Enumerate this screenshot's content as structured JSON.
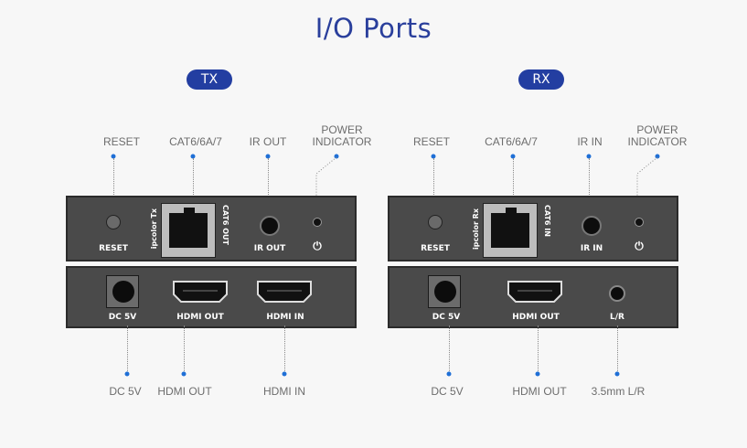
{
  "title": "I/O Ports",
  "tx": {
    "badge": "TX",
    "top_callouts": {
      "reset": "RESET",
      "cat": "CAT6/6A/7",
      "ir": "IR OUT",
      "power_line1": "POWER",
      "power_line2": "INDICATOR"
    },
    "front_panel": {
      "reset": "RESET",
      "ir": "IR OUT",
      "rj45_left": "ipcolor Tx",
      "rj45_right": "CAT6 OUT",
      "power_icon": "power-icon"
    },
    "rear_panel": {
      "dc": "DC 5V",
      "port2": "HDMI OUT",
      "port3": "HDMI IN"
    },
    "bottom_callouts": {
      "dc": "DC 5V",
      "port2": "HDMI OUT",
      "port3": "HDMI IN"
    }
  },
  "rx": {
    "badge": "RX",
    "top_callouts": {
      "reset": "RESET",
      "cat": "CAT6/6A/7",
      "ir": "IR IN",
      "power_line1": "POWER",
      "power_line2": "INDICATOR"
    },
    "front_panel": {
      "reset": "RESET",
      "ir": "IR IN",
      "rj45_left": "ipcolor Rx",
      "rj45_right": "CAT6 IN",
      "power_icon": "power-icon"
    },
    "rear_panel": {
      "dc": "DC 5V",
      "port2": "HDMI OUT",
      "port3": "L/R"
    },
    "bottom_callouts": {
      "dc": "DC 5V",
      "port2": "HDMI OUT",
      "port3": "3.5mm L/R"
    }
  },
  "colors": {
    "title": "#2a3f9c",
    "badge": "#233ea1",
    "dot": "#1f6fd6",
    "panel": "#4a4a4a"
  }
}
